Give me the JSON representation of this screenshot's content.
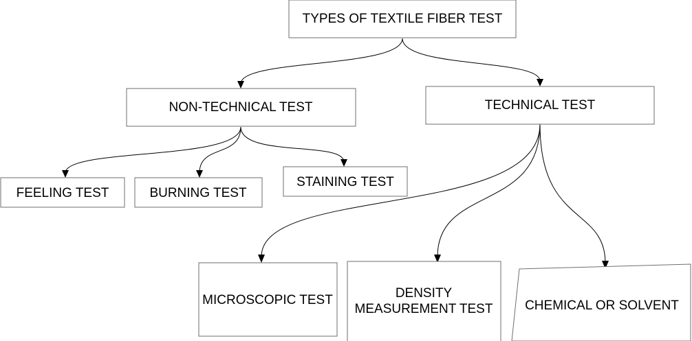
{
  "diagram": {
    "nodes": {
      "root": "TYPES OF TEXTILE FIBER TEST",
      "non_technical": "NON-TECHNICAL TEST",
      "technical": "TECHNICAL TEST",
      "feeling": "FEELING TEST",
      "burning": "BURNING  TEST",
      "staining": "STAINING TEST",
      "microscopic": "MICROSCOPIC TEST",
      "density_line1": "DENSITY",
      "density_line2": "MEASUREMENT  TEST",
      "chemical": "CHEMICAL OR SOLVENT"
    },
    "edges": [
      {
        "from": "root",
        "to": "non_technical"
      },
      {
        "from": "root",
        "to": "technical"
      },
      {
        "from": "non_technical",
        "to": "feeling"
      },
      {
        "from": "non_technical",
        "to": "burning"
      },
      {
        "from": "non_technical",
        "to": "staining"
      },
      {
        "from": "technical",
        "to": "microscopic"
      },
      {
        "from": "technical",
        "to": "density"
      },
      {
        "from": "technical",
        "to": "chemical"
      }
    ]
  }
}
